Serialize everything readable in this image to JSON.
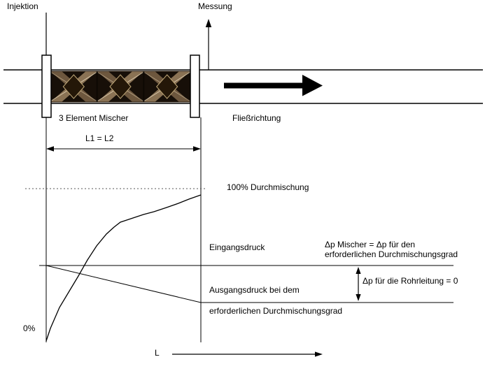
{
  "diagram": {
    "top": {
      "injektion": "Injektion",
      "messung": "Messung",
      "mixer_label": "3 Element Mischer",
      "flow_label": "Fließrichtung",
      "dimension_label": "L1 = L2"
    },
    "graph": {
      "full_mixing": "100% Durchmischung",
      "inlet_pressure": "Eingangsdruck",
      "outlet_pressure_line1": "Ausgangsdruck bei dem",
      "outlet_pressure_line2": "erforderlichen Durchmischungsgrad",
      "dp_mixer_line1": "Δp Mischer = Δp für den",
      "dp_mixer_line2": "erforderlichen Durchmischungsgrad",
      "dp_pipe": "Δp für die Rohrleitung = 0",
      "zero_percent": "0%",
      "x_axis_label": "L"
    },
    "colors": {
      "line": "#000000",
      "background": "#ffffff",
      "mixer_body": "#170f08"
    }
  }
}
